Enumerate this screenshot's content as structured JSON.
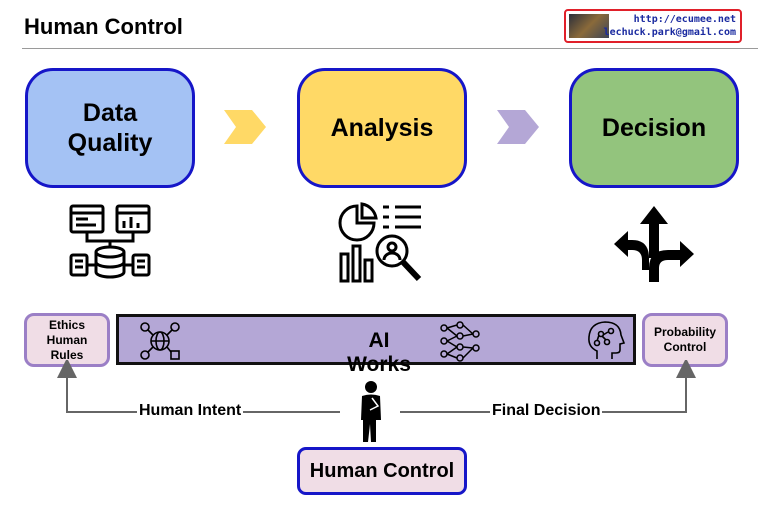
{
  "header": {
    "title": "Human Control",
    "brand_url": "http://ecumee.net",
    "brand_email": "lechuck.park@gmail.com"
  },
  "stages": [
    {
      "label": "Data\nQuality",
      "color": "#a4c2f4",
      "icon": "data-flow-icon"
    },
    {
      "label": "Analysis",
      "color": "#ffd966",
      "icon": "analytics-search-icon"
    },
    {
      "label": "Decision",
      "color": "#93c47d",
      "icon": "direction-arrows-icon"
    }
  ],
  "stage_arrow_colors": [
    "#ffd966",
    "#b4a7d6"
  ],
  "ai_bar": {
    "label": "AI Works",
    "color": "#b4a7d6",
    "icons": [
      "network-globe-icon",
      "neural-network-icon",
      "ai-head-icon"
    ]
  },
  "left_box": {
    "label": "Ethics\nHuman\nRules"
  },
  "right_box": {
    "label": "Probability\nControl"
  },
  "flows": {
    "left": "Human Intent",
    "right": "Final Decision"
  },
  "human_box": {
    "label": "Human Control",
    "icon": "thinking-person-icon"
  }
}
